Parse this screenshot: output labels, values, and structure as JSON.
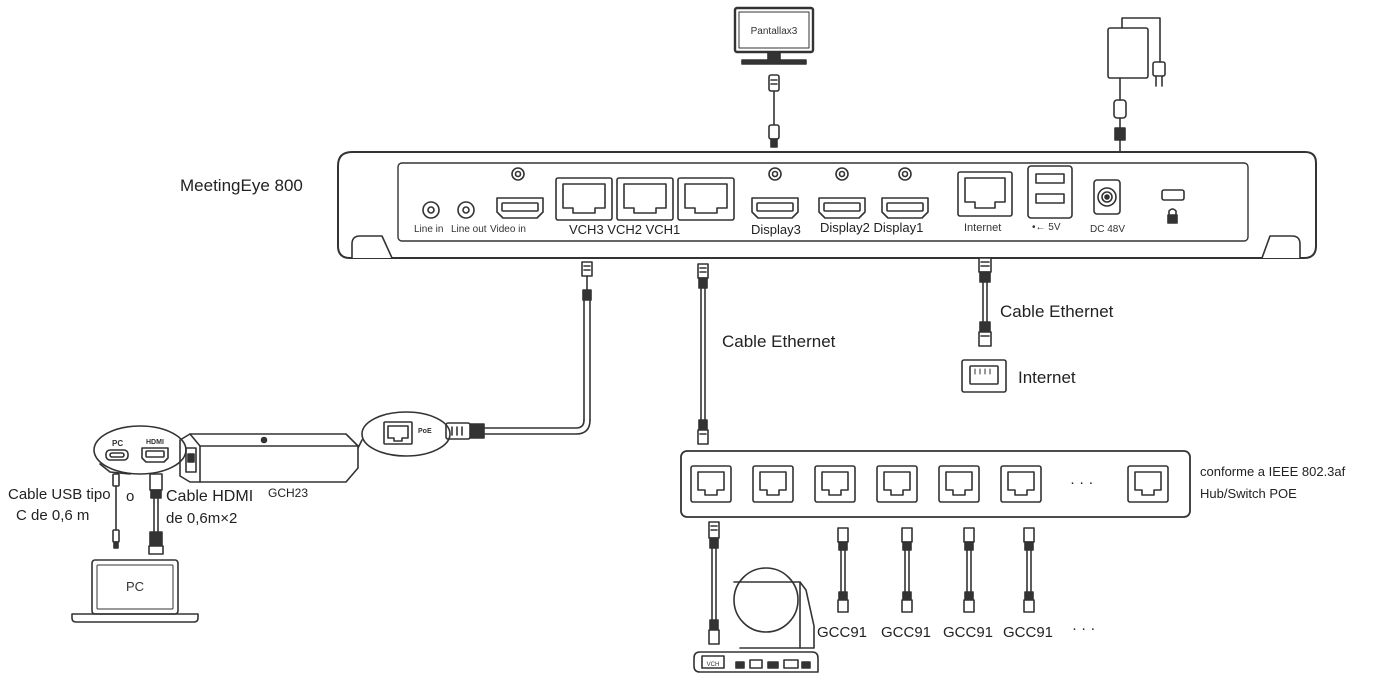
{
  "device": {
    "name": "MeetingEye 800",
    "ports": {
      "line_in": "Line in",
      "line_out": "Line out",
      "video_in": "Video in",
      "vch_labels": "VCH3 VCH2 VCH1",
      "display3": "Display3",
      "display2_1": "Display2 Display1",
      "internet": "Internet",
      "usb_5v": "•← 5V",
      "dc_48v": "DC 48V"
    }
  },
  "monitor": {
    "label": "Pantallax3"
  },
  "cables": {
    "ethernet_left": "Cable Ethernet",
    "ethernet_right": "Cable Ethernet"
  },
  "internet_label": "Internet",
  "gch": {
    "name": "GCH23",
    "pc_port": "PC",
    "hdmi_port": "HDMI",
    "poe_port": "PoE"
  },
  "pc_cables": {
    "usb_line1": "Cable USB tipo",
    "usb_line2": "C de 0,6 m",
    "or": "o",
    "hdmi_line1": "Cable HDMI",
    "hdmi_line2": "de 0,6m×2"
  },
  "laptop_label": "PC",
  "switch": {
    "line1": "conforme a IEEE 802.3af",
    "line2": "Hub/Switch POE",
    "ellipsis": "· · ·"
  },
  "cameras": {
    "labels": [
      "GCC91",
      "GCC91",
      "GCC91",
      "GCC91"
    ],
    "ellipsis": "· · ·",
    "vch_tag": "VCH"
  }
}
